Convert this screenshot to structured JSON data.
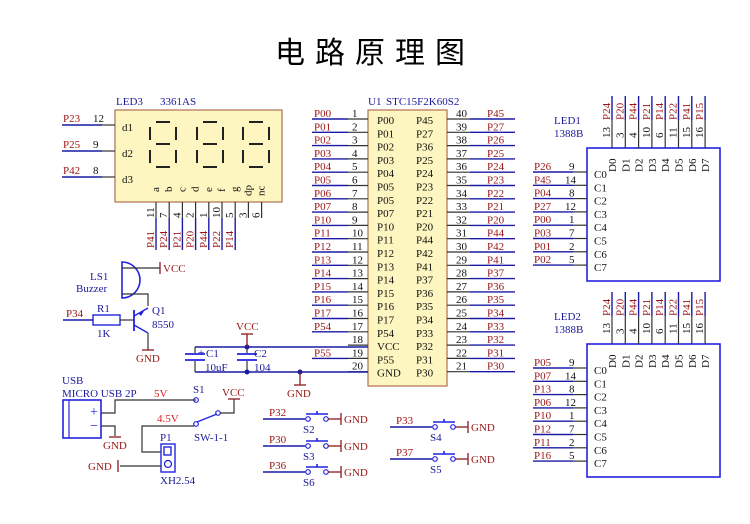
{
  "title": "电路原理图",
  "led3": {
    "ref": "LED3",
    "part": "3361AS",
    "left_pins": [
      {
        "net": "P23",
        "pin": "12",
        "label": "d1"
      },
      {
        "net": "P25",
        "pin": "9",
        "label": "d2"
      },
      {
        "net": "P42",
        "pin": "8",
        "label": "d3"
      }
    ],
    "bottom_pins": [
      {
        "label": "a",
        "pin": "11",
        "net": "P41"
      },
      {
        "label": "b",
        "pin": "7",
        "net": "P24"
      },
      {
        "label": "c",
        "pin": "4",
        "net": "P21"
      },
      {
        "label": "d",
        "pin": "2",
        "net": "P20"
      },
      {
        "label": "e",
        "pin": "1",
        "net": "P44"
      },
      {
        "label": "f",
        "pin": "10",
        "net": "P22"
      },
      {
        "label": "g",
        "pin": "5",
        "net": "P14"
      },
      {
        "label": "dp",
        "pin": "3",
        "net": ""
      },
      {
        "label": "nc",
        "pin": "6",
        "net": ""
      }
    ]
  },
  "u1": {
    "ref": "U1",
    "part": "STC15F2K60S2",
    "left_pins": [
      {
        "net": "P00",
        "pin": "1",
        "name": "P00"
      },
      {
        "net": "P01",
        "pin": "2",
        "name": "P01"
      },
      {
        "net": "P02",
        "pin": "3",
        "name": "P02"
      },
      {
        "net": "P03",
        "pin": "4",
        "name": "P03"
      },
      {
        "net": "P04",
        "pin": "5",
        "name": "P04"
      },
      {
        "net": "P05",
        "pin": "6",
        "name": "P05"
      },
      {
        "net": "P06",
        "pin": "7",
        "name": "P05"
      },
      {
        "net": "P07",
        "pin": "8",
        "name": "P07"
      },
      {
        "net": "P10",
        "pin": "9",
        "name": "P10"
      },
      {
        "net": "P11",
        "pin": "10",
        "name": "P11"
      },
      {
        "net": "P12",
        "pin": "11",
        "name": "P12"
      },
      {
        "net": "P13",
        "pin": "12",
        "name": "P13"
      },
      {
        "net": "P14",
        "pin": "13",
        "name": "P14"
      },
      {
        "net": "P15",
        "pin": "14",
        "name": "P15"
      },
      {
        "net": "P16",
        "pin": "15",
        "name": "P16"
      },
      {
        "net": "P17",
        "pin": "16",
        "name": "P17"
      },
      {
        "net": "P54",
        "pin": "17",
        "name": "P54"
      },
      {
        "net": "",
        "pin": "18",
        "name": "VCC"
      },
      {
        "net": "P55",
        "pin": "19",
        "name": "P55"
      },
      {
        "net": "",
        "pin": "20",
        "name": "GND"
      }
    ],
    "right_pins": [
      {
        "net": "P45",
        "pin": "40",
        "name": "P45"
      },
      {
        "net": "P27",
        "pin": "39",
        "name": "P27"
      },
      {
        "net": "P26",
        "pin": "38",
        "name": "P36"
      },
      {
        "net": "P25",
        "pin": "37",
        "name": "P25"
      },
      {
        "net": "P24",
        "pin": "36",
        "name": "P24"
      },
      {
        "net": "P23",
        "pin": "35",
        "name": "P23"
      },
      {
        "net": "P22",
        "pin": "34",
        "name": "P22"
      },
      {
        "net": "P21",
        "pin": "33",
        "name": "P21"
      },
      {
        "net": "P20",
        "pin": "32",
        "name": "P20"
      },
      {
        "net": "P44",
        "pin": "31",
        "name": "P44"
      },
      {
        "net": "P42",
        "pin": "30",
        "name": "P42"
      },
      {
        "net": "P41",
        "pin": "29",
        "name": "P41"
      },
      {
        "net": "P37",
        "pin": "28",
        "name": "P37"
      },
      {
        "net": "P36",
        "pin": "27",
        "name": "P36"
      },
      {
        "net": "P35",
        "pin": "26",
        "name": "P35"
      },
      {
        "net": "P34",
        "pin": "25",
        "name": "P34"
      },
      {
        "net": "P33",
        "pin": "24",
        "name": "P33"
      },
      {
        "net": "P32",
        "pin": "23",
        "name": "P32"
      },
      {
        "net": "P31",
        "pin": "22",
        "name": "P31"
      },
      {
        "net": "P30",
        "pin": "21",
        "name": "P30"
      }
    ]
  },
  "led_matrices": [
    {
      "ref": "LED1",
      "part": "1388B",
      "top_pins": [
        {
          "net": "P24",
          "pin": "13",
          "label": "D0"
        },
        {
          "net": "P20",
          "pin": "3",
          "label": "D1"
        },
        {
          "net": "P44",
          "pin": "4",
          "label": "D2"
        },
        {
          "net": "P21",
          "pin": "10",
          "label": "D3"
        },
        {
          "net": "P14",
          "pin": "6",
          "label": "D4"
        },
        {
          "net": "P22",
          "pin": "11",
          "label": "D5"
        },
        {
          "net": "P41",
          "pin": "15",
          "label": "D6"
        },
        {
          "net": "P15",
          "pin": "16",
          "label": "D7"
        }
      ],
      "left_pins": [
        {
          "net": "P26",
          "pin": "9",
          "label": "C0"
        },
        {
          "net": "P45",
          "pin": "14",
          "label": "C1"
        },
        {
          "net": "P04",
          "pin": "8",
          "label": "C2"
        },
        {
          "net": "P27",
          "pin": "12",
          "label": "C3"
        },
        {
          "net": "P00",
          "pin": "1",
          "label": "C4"
        },
        {
          "net": "P03",
          "pin": "7",
          "label": "C5"
        },
        {
          "net": "P01",
          "pin": "2",
          "label": "C6"
        },
        {
          "net": "P02",
          "pin": "5",
          "label": "C7"
        }
      ]
    },
    {
      "ref": "LED2",
      "part": "1388B",
      "top_pins": [
        {
          "net": "P24",
          "pin": "13",
          "label": "D0"
        },
        {
          "net": "P20",
          "pin": "3",
          "label": "D1"
        },
        {
          "net": "P44",
          "pin": "4",
          "label": "D2"
        },
        {
          "net": "P21",
          "pin": "10",
          "label": "D3"
        },
        {
          "net": "P14",
          "pin": "6",
          "label": "D4"
        },
        {
          "net": "P22",
          "pin": "11",
          "label": "D5"
        },
        {
          "net": "P41",
          "pin": "15",
          "label": "D6"
        },
        {
          "net": "P15",
          "pin": "16",
          "label": "D7"
        }
      ],
      "left_pins": [
        {
          "net": "P05",
          "pin": "9",
          "label": "C0"
        },
        {
          "net": "P07",
          "pin": "14",
          "label": "C1"
        },
        {
          "net": "P13",
          "pin": "8",
          "label": "C2"
        },
        {
          "net": "P06",
          "pin": "12",
          "label": "C3"
        },
        {
          "net": "P10",
          "pin": "1",
          "label": "C4"
        },
        {
          "net": "P12",
          "pin": "7",
          "label": "C5"
        },
        {
          "net": "P11",
          "pin": "2",
          "label": "C6"
        },
        {
          "net": "P16",
          "pin": "5",
          "label": "C7"
        }
      ]
    }
  ],
  "buzzer": {
    "ref": "LS1",
    "part": "Buzzer",
    "supply": "VCC"
  },
  "resistor": {
    "ref": "R1",
    "value": "1K",
    "net": "P34"
  },
  "transistor": {
    "ref": "Q1",
    "part": "8550",
    "ground": "GND"
  },
  "capacitors": {
    "supply": "VCC",
    "ground": "GND",
    "c1": {
      "ref": "C1",
      "value": "10uF",
      "polarity": "+"
    },
    "c2": {
      "ref": "C2",
      "value": "104"
    }
  },
  "usb": {
    "title": "USB",
    "part": "MICRO USB 2P",
    "plus": "+",
    "minus": "−",
    "ground": "GND"
  },
  "power_switch": {
    "ref": "S1",
    "part": "SW-1-1",
    "net_5v": "5V",
    "net_45v": "4.5V",
    "out": "VCC"
  },
  "header": {
    "ref": "P1",
    "part": "XH2.54",
    "ground": "GND"
  },
  "buttons": [
    {
      "net": "P32",
      "ref": "S2",
      "ground": "GND"
    },
    {
      "net": "P30",
      "ref": "S3",
      "ground": "GND"
    },
    {
      "net": "P36",
      "ref": "S6",
      "ground": "GND"
    },
    {
      "net": "P33",
      "ref": "S4",
      "ground": "GND"
    },
    {
      "net": "P37",
      "ref": "S5",
      "ground": "GND"
    }
  ]
}
